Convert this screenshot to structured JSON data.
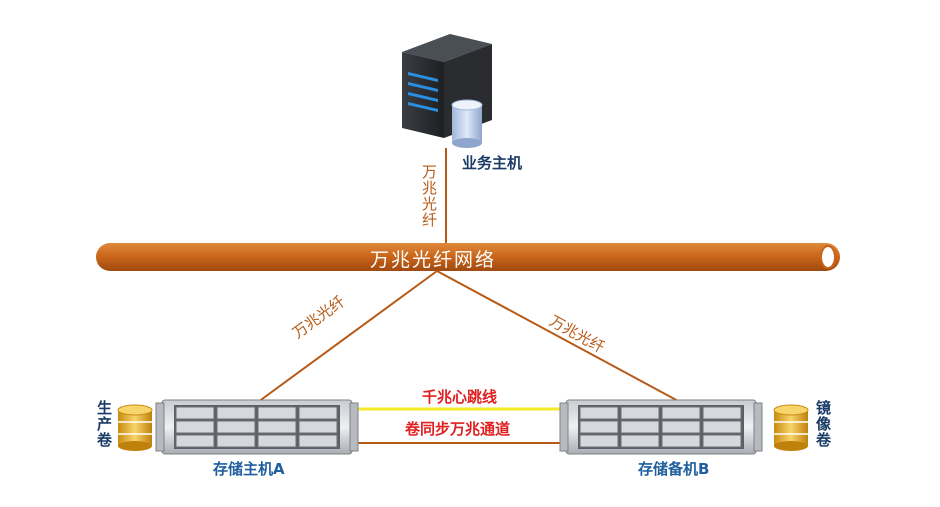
{
  "server": {
    "label": "业务主机"
  },
  "uplink": {
    "label": "万兆光纤"
  },
  "network": {
    "label": "万兆光纤网络"
  },
  "left_link": {
    "label": "万兆光纤"
  },
  "right_link": {
    "label": "万兆光纤"
  },
  "heartbeat": {
    "label": "千兆心跳线"
  },
  "sync": {
    "label": "卷同步万兆通道"
  },
  "storage_a": {
    "label": "存储主机A"
  },
  "storage_b": {
    "label": "存储备机B"
  },
  "prod_volume": {
    "label": "生产卷"
  },
  "mirror_volume": {
    "label": "镜像卷"
  },
  "colors": {
    "pipe": "#c8641a",
    "link": "#b85a17",
    "heartbeat": "#f2ea2a",
    "text_blue": "#1f5f9e",
    "text_red": "#e02020"
  }
}
